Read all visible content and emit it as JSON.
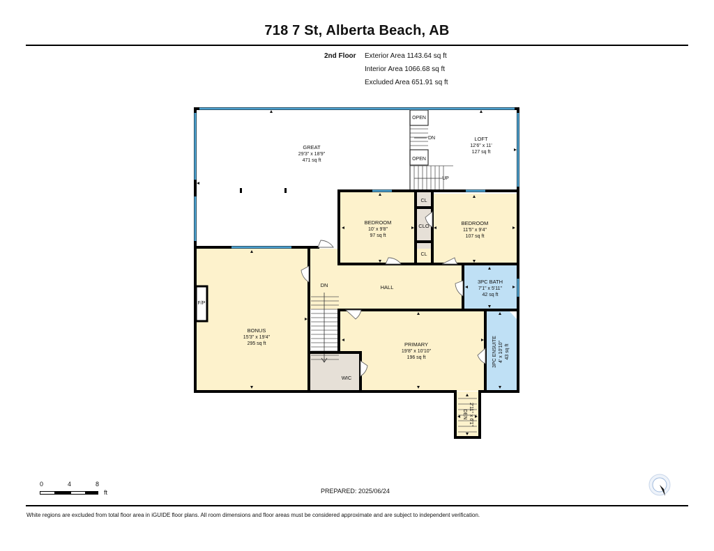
{
  "header": {
    "title": "718 7 St, Alberta Beach, AB"
  },
  "areas": {
    "floor": "2nd Floor",
    "exterior": "Exterior Area 1143.64 sq ft",
    "interior": "Interior Area 1066.68 sq ft",
    "excluded": "Excluded Area 651.91 sq ft"
  },
  "rooms": {
    "great": {
      "name": "GREAT",
      "dims": "29'3\" x 18'9\"",
      "area": "471 sq ft"
    },
    "loft": {
      "name": "LOFT",
      "dims": "12'6\" x 11'",
      "area": "127 sq ft"
    },
    "bedroom1": {
      "name": "BEDROOM",
      "dims": "10' x 9'8\"",
      "area": "97 sq ft"
    },
    "bedroom2": {
      "name": "BEDROOM",
      "dims": "11'5\" x 9'4\"",
      "area": "107 sq ft"
    },
    "bath": {
      "name": "3PC BATH",
      "dims": "7'1\" x 5'11\"",
      "area": "42 sq ft"
    },
    "hall": {
      "name": "HALL"
    },
    "bonus": {
      "name": "BONUS",
      "dims": "15'3\" x 19'4\"",
      "area": "295 sq ft"
    },
    "primary": {
      "name": "PRIMARY",
      "dims": "19'8\" x 10'10\"",
      "area": "196 sq ft"
    },
    "ensuite": {
      "name": "3PC ENSUITE",
      "dims": "4' x 10'10\"",
      "area": "43 sq ft"
    },
    "den": {
      "name": "DEN",
      "dims": "2'11\" x 6'1\""
    },
    "wic": {
      "name": "WIC"
    }
  },
  "labels": {
    "open_top": "OPEN",
    "open_bottom": "OPEN",
    "dn_top": "DN",
    "up": "UP",
    "dn_hall": "DN",
    "cl_top": "CL",
    "clo": "CLO",
    "cl_bottom": "CL",
    "fp": "F/P"
  },
  "scale": {
    "zero": "0",
    "four": "4",
    "eight": "8",
    "unit": "ft"
  },
  "footer": {
    "prepared": "PREPARED: 2025/06/24",
    "disclaimer": "White regions are excluded from total floor area in iGUIDE floor plans. All room dimensions and floor areas must be considered approximate and are subject to independent verification."
  },
  "colors": {
    "room_fill": "#fdf2cc",
    "bath_fill": "#bfe0f5",
    "closet_fill": "#e6e0d7",
    "window": "#4fa3d1",
    "wall": "#000000"
  }
}
